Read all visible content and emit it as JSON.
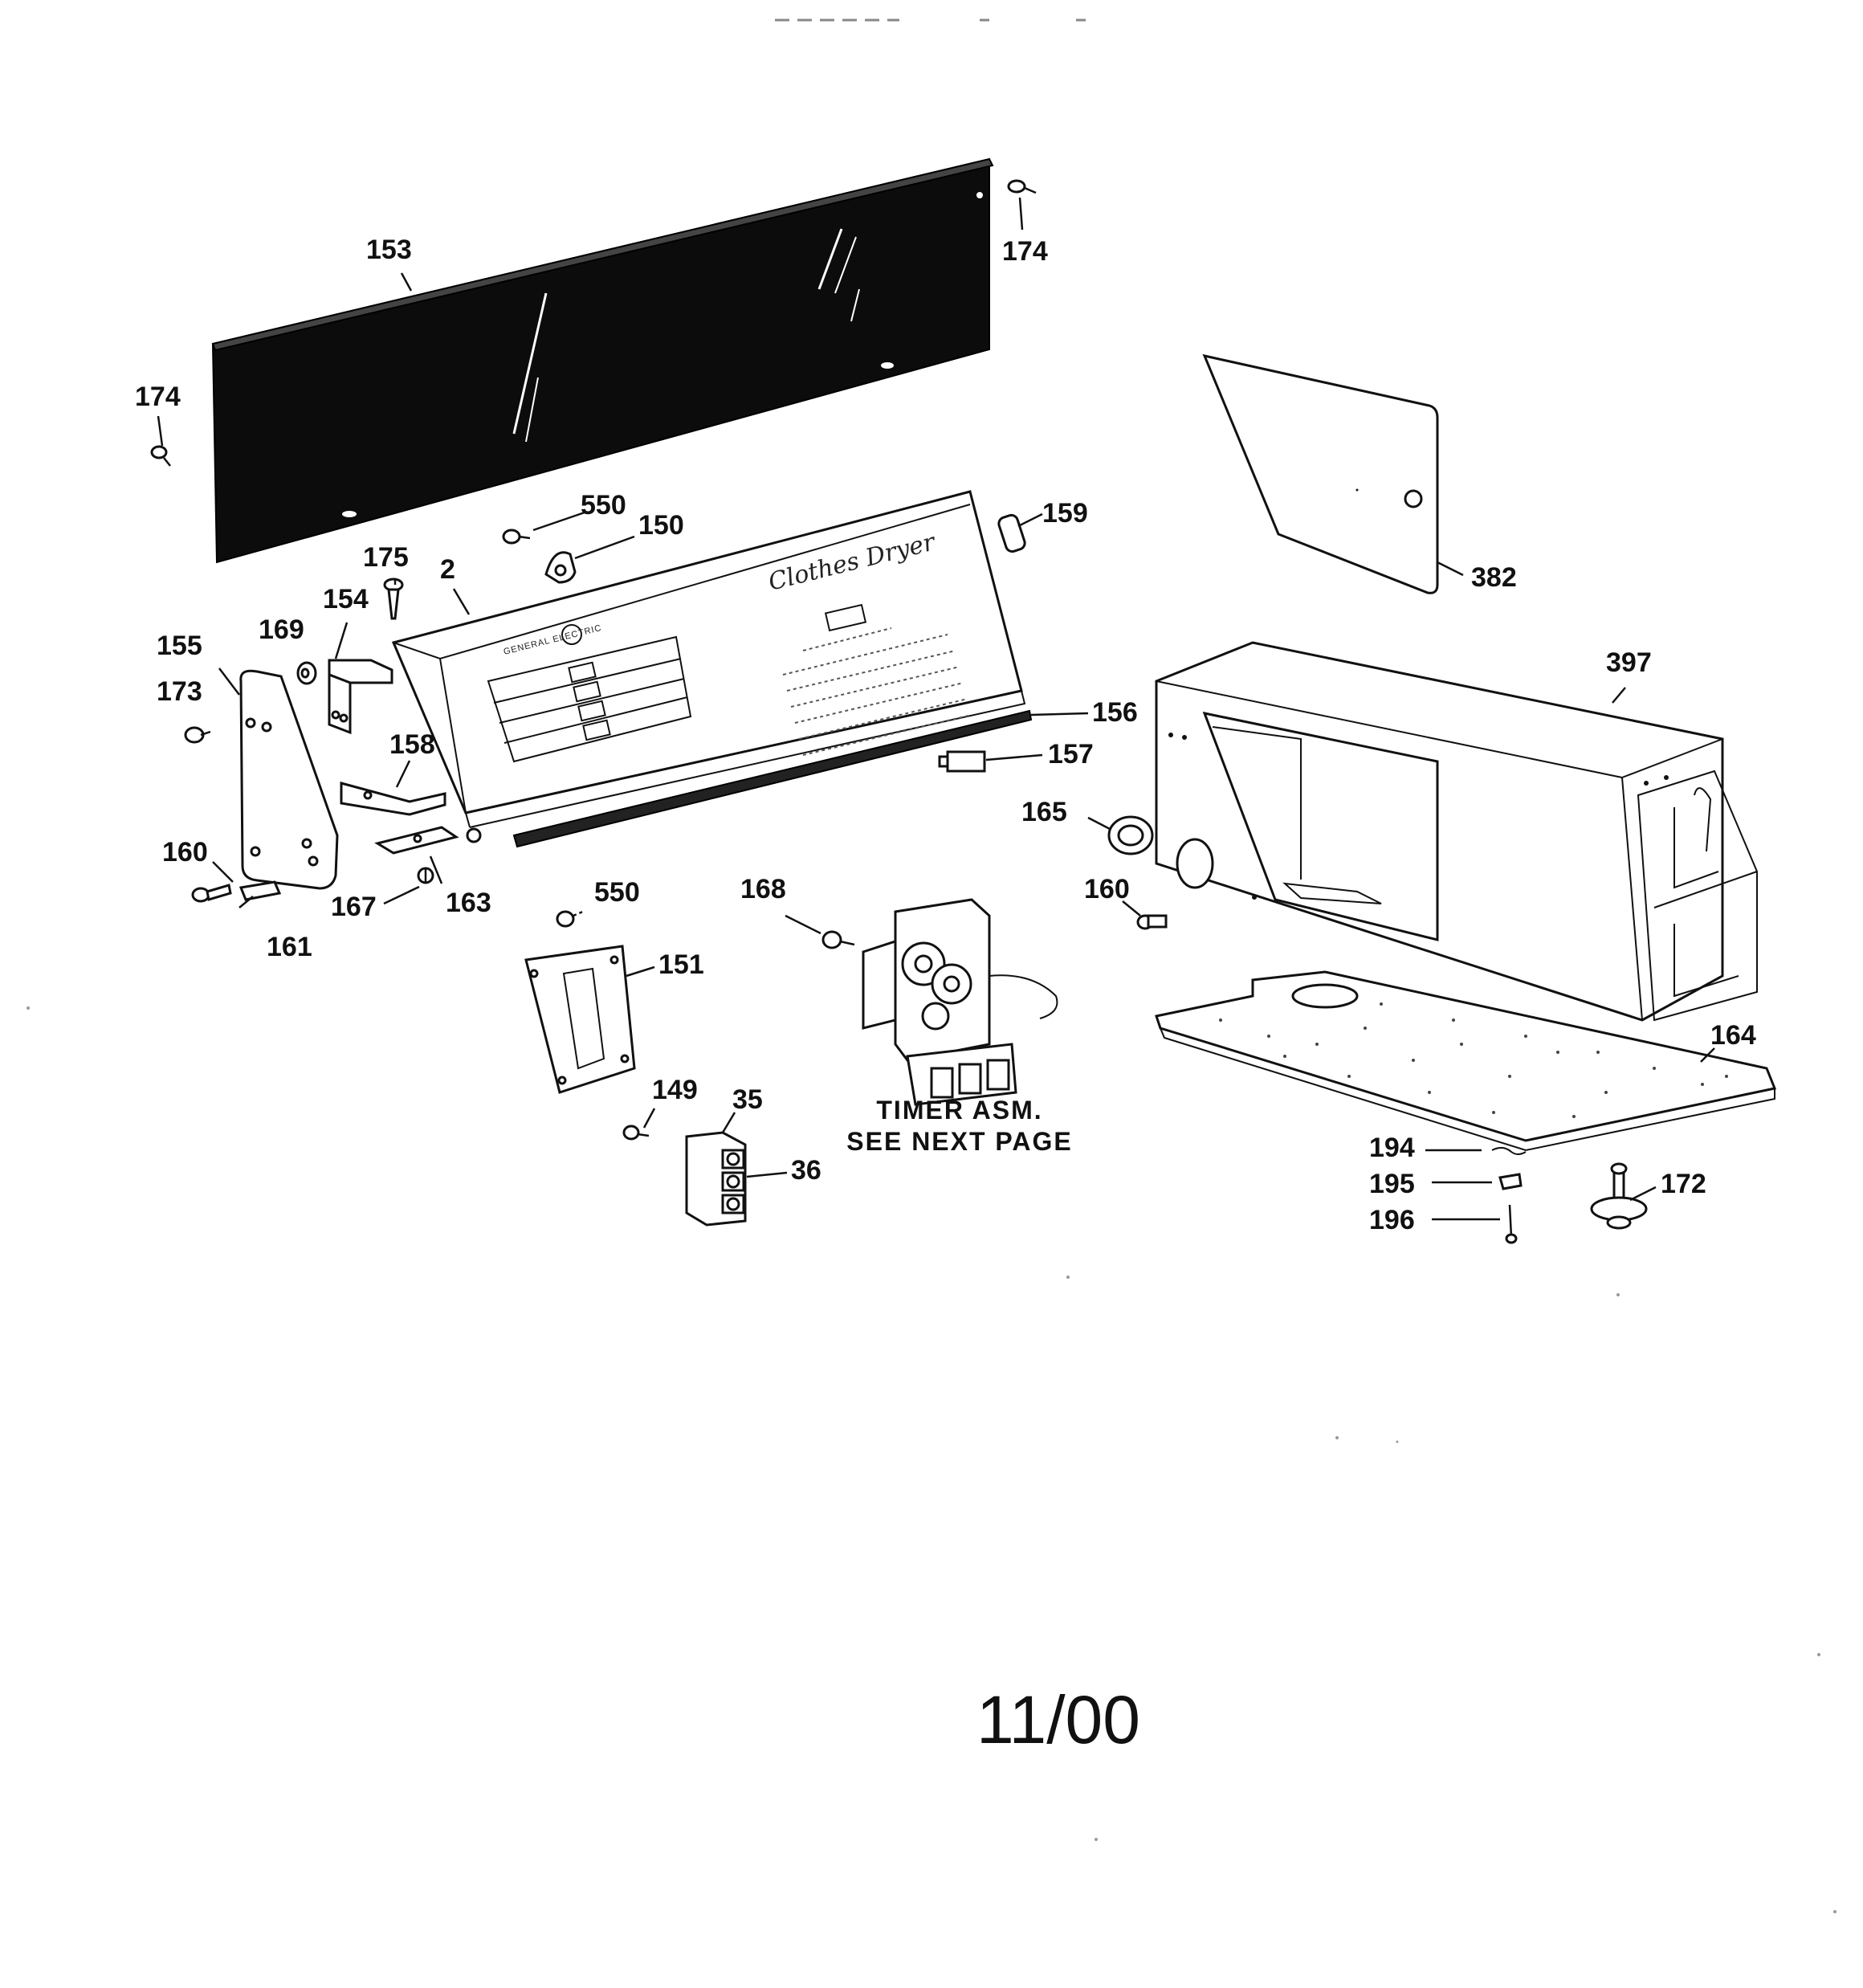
{
  "callouts": {
    "c153": "153",
    "c174_top": "174",
    "c174_left": "174",
    "c550_top": "550",
    "c150": "150",
    "c159": "159",
    "c382": "382",
    "c175": "175",
    "c2": "2",
    "c154": "154",
    "c169": "169",
    "c155": "155",
    "c173": "173",
    "c158": "158",
    "c156": "156",
    "c157": "157",
    "c397": "397",
    "c165": "165",
    "c160_left": "160",
    "c160_right": "160",
    "c167": "167",
    "c163": "163",
    "c161": "161",
    "c550_mid": "550",
    "c168": "168",
    "c151": "151",
    "c149": "149",
    "c35": "35",
    "c36": "36",
    "c164": "164",
    "c194": "194",
    "c195": "195",
    "c196": "196",
    "c172": "172"
  },
  "notes": {
    "timer_line1": "TIMER ASM.",
    "timer_line2": "SEE NEXT PAGE"
  },
  "panel": {
    "brand": "GENERAL ELECTRIC",
    "script": "Clothes Dryer"
  },
  "footer": {
    "date": "11/00"
  }
}
